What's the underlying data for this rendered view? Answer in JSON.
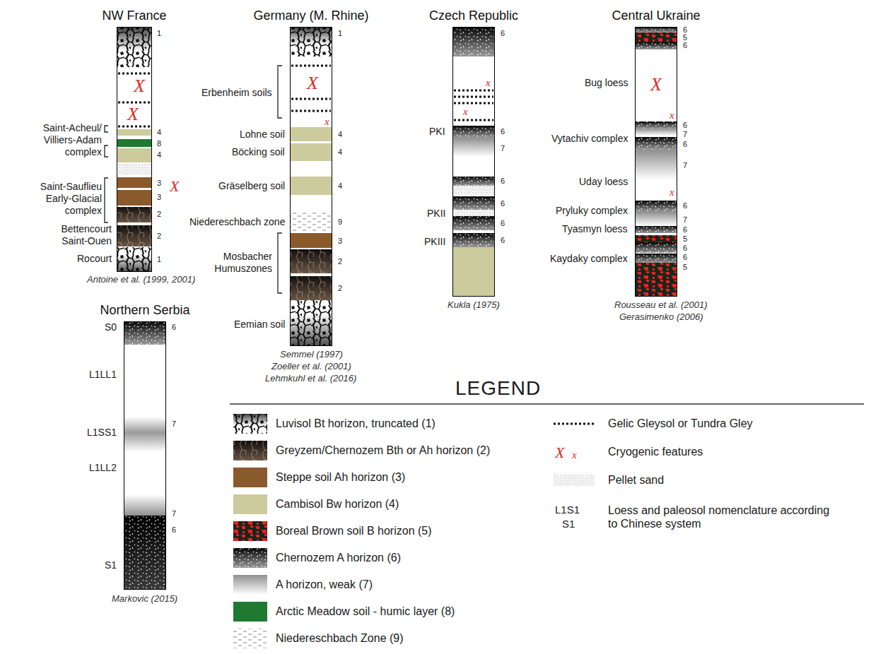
{
  "diagram": {
    "nodes": [
      {
        "text": [
          "NW France"
        ]
      },
      {
        "text": [
          "Germany (M. Rhine)"
        ]
      },
      {
        "text": [
          "Czech Republic"
        ]
      },
      {
        "text": [
          "Central Ukraine"
        ]
      },
      {
        "text": [
          "Northern Serbia"
        ]
      }
    ],
    "labels": [
      "1",
      "X",
      "X",
      "Saint-Acheul/ Villiers-Adam complex",
      "4",
      "8",
      "4",
      "Saint-Sauflieu Early-Glacial complex",
      "3",
      "X",
      "3",
      "2",
      "Bettencourt Saint-Ouen",
      "2",
      "Rocourt",
      "1",
      "Antoine et al. (1999, 2001)",
      "1",
      "X",
      "x",
      "Erbenheim soils",
      "Lohne soil",
      "4",
      "Böcking soil",
      "4",
      "Gräselberg soil",
      "4",
      "Niedereschbach zone",
      "9",
      "3",
      "Mosbacher Humuszones",
      "2",
      "2",
      "Eemian soil",
      "Semmel (1997)",
      "Zoeller et al. (2001)",
      "Lehmkuhl et al. (2016)",
      "6",
      "x",
      "x",
      "PKI",
      "6",
      "7",
      "6",
      "PKII",
      "6",
      "6",
      "PKIII",
      "6",
      "Kukla (1975)",
      "6",
      "5",
      "6",
      "Bug loess",
      "X",
      "x",
      "6",
      "7",
      "Vytachiv complex",
      "6",
      "7",
      "Uday loess",
      "x",
      "6",
      "Pryluky complex",
      "7",
      "Tyasmyn loess",
      "6",
      "5",
      "6",
      "Kaydaky complex",
      "6",
      "5",
      "Rousseau et al. (2001)",
      "Gerasimenko (2006)",
      "S0",
      "6",
      "L1LL1",
      "L1SS1",
      "7",
      "L1LL2",
      "7",
      "6",
      "S1",
      "Markovic (2015)",
      "LEGEND",
      "X",
      "x",
      "L1S1",
      "S1"
    ],
    "legend": [
      {
        "text": "Luvisol Bt horizon, truncated (1)"
      },
      {
        "text": "Greyzem/Chernozem Bth or Ah horizon (2)"
      },
      {
        "text": "Steppe soil Ah horizon (3)",
        "color": "#8a5a2c"
      },
      {
        "text": "Cambisol Bw horizon (4)",
        "color": "#cbcb9d"
      },
      {
        "text": "Boreal Brown soil B horizon (5)"
      },
      {
        "text": "Chernozem A horizon (6)"
      },
      {
        "text": "A horizon, weak (7)"
      },
      {
        "text": "Arctic Meadow soil - humic layer (8)",
        "color": "#1f7a31"
      },
      {
        "text": "Niedereschbach Zone (9)"
      },
      {
        "text": "Gelic Gleysol or Tundra Gley"
      },
      {
        "text": "Cryogenic features"
      },
      {
        "text": "Pellet sand"
      },
      {
        "text": "Loess and paleosol nomenclature according to Chinese system"
      }
    ]
  }
}
